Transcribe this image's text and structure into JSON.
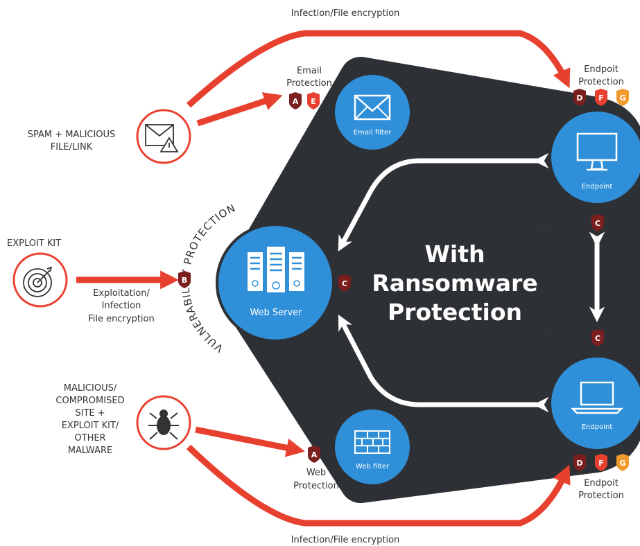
{
  "title": {
    "line1": "With",
    "line2": "Ransomware",
    "line3": "Protection"
  },
  "threats": {
    "spam": {
      "line1": "SPAM + MALICIOUS",
      "line2": "FILE/LINK",
      "icon": "envelope-warning-icon"
    },
    "exploit": {
      "line1": "EXPLOIT KIT",
      "icon": "target-icon"
    },
    "malicious": {
      "line1": "MALICIOUS/",
      "line2": "COMPROMISED",
      "line3": "SITE +",
      "line4": "EXPLOIT KIT/",
      "line5": "OTHER",
      "line6": "MALWARE",
      "icon": "bug-icon"
    }
  },
  "nodes": {
    "email_filter": {
      "label": "Email filter",
      "icon": "envelope-icon"
    },
    "web_server": {
      "label": "Web Server",
      "icon": "server-icon"
    },
    "web_filter": {
      "label": "Web filter",
      "icon": "firewall-icon"
    },
    "endpoint_top": {
      "label": "Endpoint",
      "icon": "monitor-icon"
    },
    "endpoint_bottom": {
      "label": "Endpoint",
      "icon": "laptop-icon"
    }
  },
  "labels": {
    "infection_top": "Infection/File encryption",
    "infection_bottom": "Infection/File encryption",
    "email_protection": {
      "line1": "Email",
      "line2": "Protection"
    },
    "web_protection": {
      "line1": "Web",
      "line2": "Protection"
    },
    "endpoint_protection_top": {
      "line1": "Endpoit",
      "line2": "Protection"
    },
    "endpoint_protection_bottom": {
      "line1": "Endpoit",
      "line2": "Protection"
    },
    "network_protection_1": {
      "line1": "Network",
      "line2": "Protection"
    },
    "network_protection_2": {
      "line1": "Network",
      "line2": "Protection"
    },
    "exploitation": {
      "line1": "Exploitation/",
      "line2": "Infection",
      "line3": "File encryption"
    },
    "vulnerability_protection": "VULNERABILITY PROTECTION"
  },
  "shields": {
    "email": [
      "A",
      "E"
    ],
    "exploit": "B",
    "server": "C",
    "web": "A",
    "network_1": "C",
    "network_2": "C",
    "endpoint_top": [
      "D",
      "F",
      "G"
    ],
    "endpoint_bottom": [
      "D",
      "F",
      "G"
    ]
  },
  "colors": {
    "threat_red": "#e8402f",
    "dark_bg": "#2d3034",
    "node_blue": "#2f8fd8",
    "shield_dark": "#7a1e1e",
    "shield_red": "#e8402f",
    "shield_orange": "#f29a2e"
  }
}
